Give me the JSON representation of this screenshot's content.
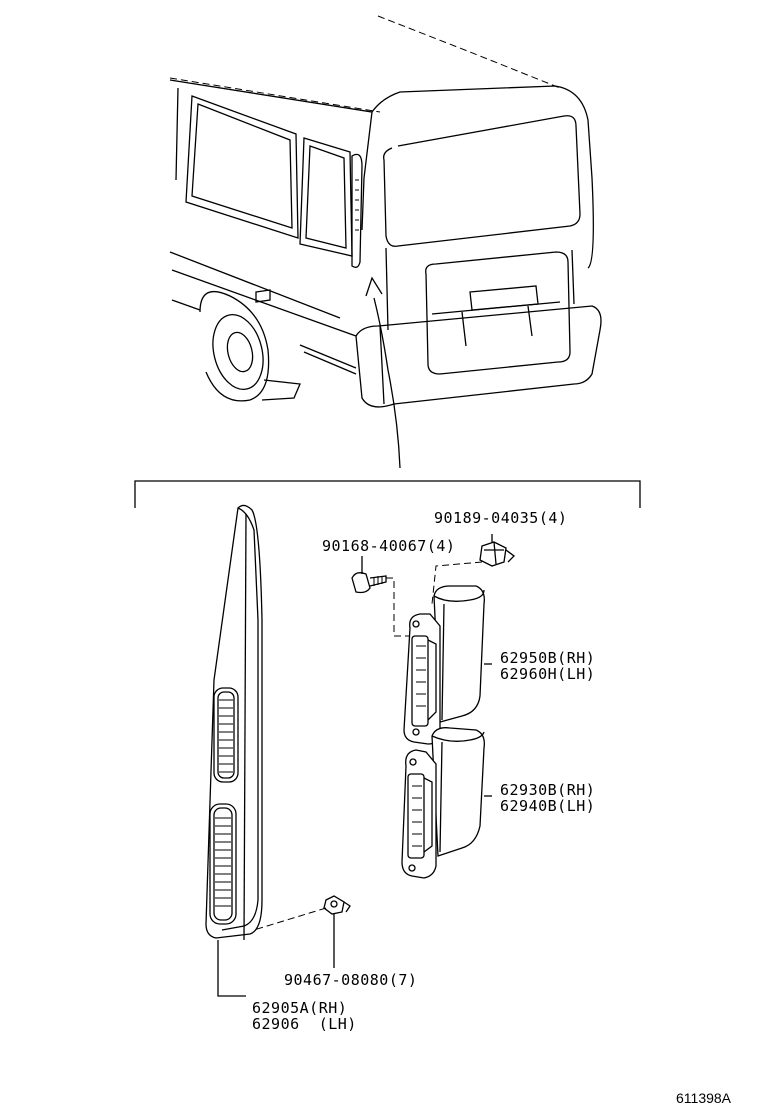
{
  "parts": {
    "clip_top": "90189-04035(4)",
    "screw": "90168-40067(4)",
    "upper_lamp_rh": "62950B(RH)",
    "upper_lamp_lh": "62960H(LH)",
    "lower_lamp_rh": "62930B(RH)",
    "lower_lamp_lh": "62940B(LH)",
    "clip_bottom": "90467-08080(7)",
    "garnish_rh": "62905A(RH)",
    "garnish_lh": "62906  (LH)"
  },
  "diagram_ref": "611398A"
}
